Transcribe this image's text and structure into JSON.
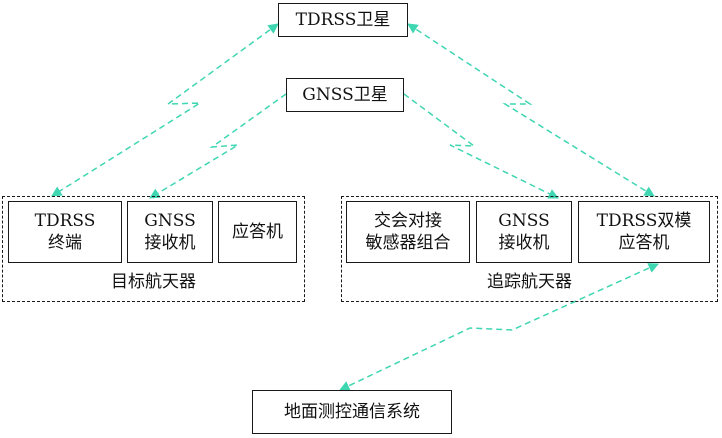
{
  "satellites": {
    "tdrss": "TDRSS卫星",
    "gnss": "GNSS卫星"
  },
  "target_spacecraft": {
    "label": "目标航天器",
    "modules": [
      "TDRSS\n终端",
      "GNSS\n接收机",
      "应答机"
    ]
  },
  "tracking_spacecraft": {
    "label": "追踪航天器",
    "modules": [
      "交会对接\n敏感器组合",
      "GNSS\n接收机",
      "TDRSS双模\n应答机"
    ]
  },
  "ground": {
    "label": "地面测控通信系统"
  },
  "colors": {
    "link": "#3fd6b2",
    "box_border": "#1a1a1a"
  }
}
